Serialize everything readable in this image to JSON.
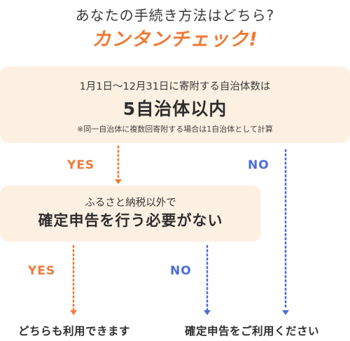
{
  "header": {
    "title": "あなたの手続き方法はどちら?",
    "subtitle": "カンタンチェック!"
  },
  "question1": {
    "line1": "1月1日〜12月31日に寄附する自治体数は",
    "line2": "5自治体以内",
    "note": "※同一自治体に複数回寄附する場合は1自治体として計算"
  },
  "question2": {
    "line1": "ふるさと納税以外で",
    "line2": "確定申告を行う必要がない"
  },
  "branches": {
    "yes1": "YES",
    "no1": "NO",
    "yes2": "YES",
    "no2": "NO"
  },
  "results": {
    "left": "どちらも利用できます",
    "right": "確定申告をご利用ください"
  },
  "colors": {
    "accent_orange": "#ee7a35",
    "accent_blue": "#4a6ed8",
    "box_background": "#fcf0e3"
  }
}
